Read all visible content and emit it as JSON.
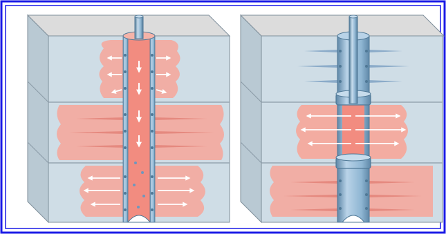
{
  "colors": {
    "frame_border": "#1a1ae6",
    "block_top": "#dcdcdc",
    "block_front": "#cfdde6",
    "block_side": "#b9c9d3",
    "layer_line": "#8a9aa6",
    "fluid": "#f2a094",
    "fluid_light": "#f7c2b8",
    "fluid_dark": "#d9685d",
    "casing": "#8fb6d3",
    "casing_dark": "#4f7896",
    "casing_light": "#c7dcec",
    "fracture_blue": "#6f97bd",
    "arrow": "#ffffff"
  },
  "panels": [
    {
      "id": "left-panel",
      "stimulation": "whole-well",
      "stimulated_layers": [
        "top",
        "middle",
        "bottom"
      ]
    },
    {
      "id": "right-panel",
      "stimulation": "zone-isolated",
      "stimulated_layers": [
        "middle",
        "bottom"
      ],
      "packers": 2
    }
  ]
}
